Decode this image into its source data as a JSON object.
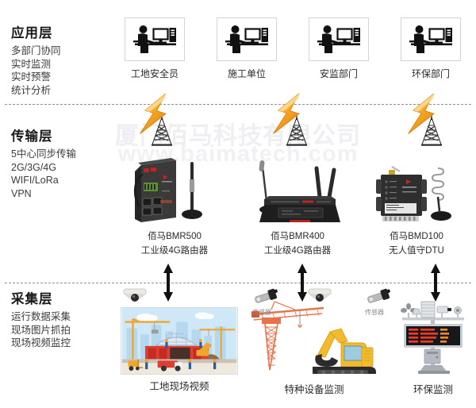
{
  "watermark": {
    "company": "厦门佰马科技有限公司",
    "url": "www.baimatech.com"
  },
  "layers": [
    {
      "id": "application",
      "title": "应用层",
      "features": [
        "多部门协同",
        "实时监测",
        "实时预警",
        "统计分析"
      ]
    },
    {
      "id": "transmission",
      "title": "传输层",
      "features": [
        "5中心同步传输",
        "2G/3G/4G",
        "WIFI/LoRa",
        "VPN"
      ]
    },
    {
      "id": "collection",
      "title": "采集层",
      "features": [
        "运行数据采集",
        "现场图片抓拍",
        "现场视频监控"
      ]
    }
  ],
  "application_nodes": [
    {
      "icon": "person-at-computer-icon",
      "label": "工地安全员"
    },
    {
      "icon": "person-at-computer-icon",
      "label": "施工单位"
    },
    {
      "icon": "person-at-computer-icon",
      "label": "安监部门"
    },
    {
      "icon": "person-at-computer-icon",
      "label": "环保部门"
    }
  ],
  "transmission_devices": [
    {
      "icon": "industrial-router-icon",
      "model": "佰马BMR500",
      "type": "工业级4G路由器"
    },
    {
      "icon": "wireless-router-icon",
      "model": "佰马BMR400",
      "type": "工业级4G路由器"
    },
    {
      "icon": "dtu-module-icon",
      "model": "佰马BMD100",
      "type": "无人值守DTU"
    }
  ],
  "collection_nodes": [
    {
      "icon": "construction-site-photo",
      "label": "工地现场视频"
    },
    {
      "icon": "crane-excavator-icon",
      "label": "特种设备监测"
    },
    {
      "icon": "environment-station-icon",
      "label": "环保监测"
    }
  ],
  "sensors": [
    {
      "icon": "sensor-icon",
      "label": "传感器"
    },
    {
      "icon": "sensor-icon",
      "label": "传感器"
    }
  ],
  "connectors": {
    "bolt_count": 3,
    "tower_count": 3,
    "bidirectional_arrow_count": 3
  },
  "colors": {
    "bolt_outer": "#f5a623",
    "bolt_inner": "#ffd24d",
    "divider": "#8e8e95",
    "text": "#231f20",
    "watermark": "#efeff3",
    "crane_orange": "#e8734a",
    "excavator_yellow": "#f2bb2e"
  }
}
